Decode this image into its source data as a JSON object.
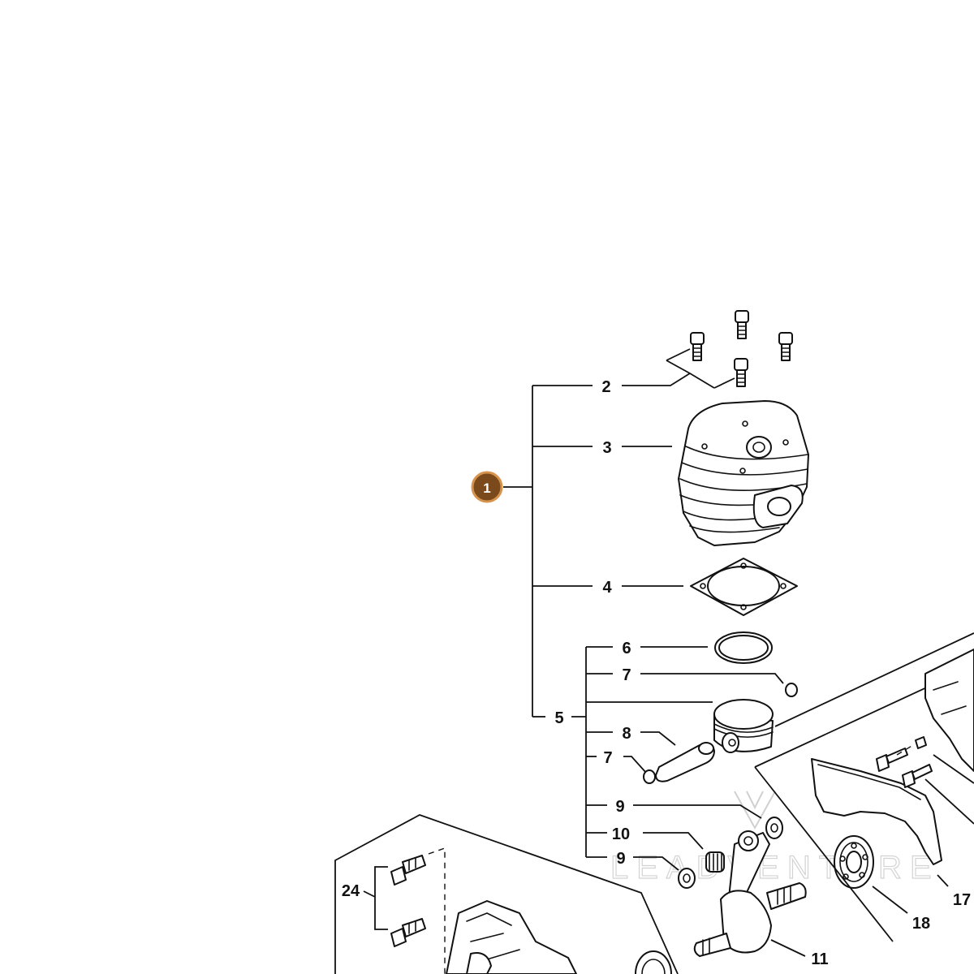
{
  "callout": {
    "label": "1",
    "fill": "#7a4a1c",
    "ring": "#d6944f"
  },
  "labels": {
    "l2": "2",
    "l3": "3",
    "l4": "4",
    "l5": "5",
    "l6": "6",
    "l7a": "7",
    "l7b": "7",
    "l8": "8",
    "l9a": "9",
    "l9b": "9",
    "l10": "10",
    "l11": "11",
    "l17": "17",
    "l18": "18",
    "l24": "24"
  },
  "watermark": {
    "text": "LEADVENTURE"
  },
  "colors": {
    "line": "#111111",
    "background": "#ffffff"
  }
}
